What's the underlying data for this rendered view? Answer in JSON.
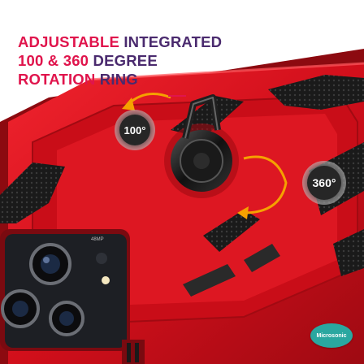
{
  "headline": {
    "line1": {
      "accent": "ADJUSTABLE",
      "dark": " INTEGRATED"
    },
    "line2": {
      "accent": "100 & 360",
      "dark": " DEGREE"
    },
    "line3": {
      "accent": "ROTATION",
      "dark": " RING"
    }
  },
  "badges": {
    "left_angle": "100°",
    "right_angle": "360°"
  },
  "camera": {
    "lens_label": "48MP"
  },
  "brand": {
    "logo_text": "Microsonic"
  },
  "colors": {
    "accent": "#e0144c",
    "dark_text": "#4a2a6e",
    "case_red": "#d8101c",
    "arrow_yellow": "#f5a100",
    "brand_teal": "#2aa7a0"
  }
}
